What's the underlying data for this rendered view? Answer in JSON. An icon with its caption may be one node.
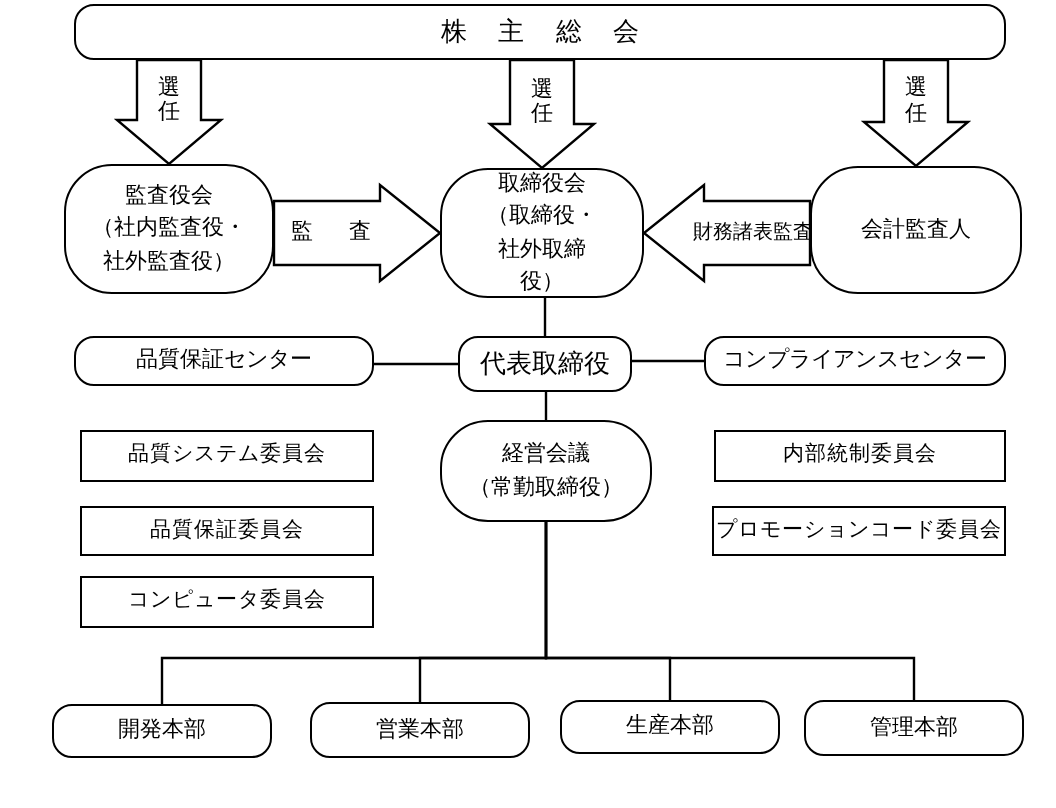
{
  "diagram": {
    "nodes": [
      {
        "text": [
          "株主総会"
        ]
      },
      {
        "text": [
          "監査役会",
          "（社内監査役・社外監査役）"
        ]
      },
      {
        "text": [
          "取締役会",
          "（取締役・社外取締役）"
        ]
      },
      {
        "text": [
          "会計監査人"
        ]
      },
      {
        "text": [
          "品質保証センター"
        ]
      },
      {
        "text": [
          "代表取締役"
        ]
      },
      {
        "text": [
          "コンプライアンスセンター"
        ]
      },
      {
        "text": [
          "品質システム委員会"
        ]
      },
      {
        "text": [
          "品質保証委員会"
        ]
      },
      {
        "text": [
          "コンピュータ委員会"
        ]
      },
      {
        "text": [
          "経営会議",
          "（常勤取締役）"
        ]
      },
      {
        "text": [
          "内部統制委員会"
        ]
      },
      {
        "text": [
          "プロモーションコード委員会"
        ]
      },
      {
        "text": [
          "開発本部"
        ]
      },
      {
        "text": [
          "営業本部"
        ]
      },
      {
        "text": [
          "生産本部"
        ]
      },
      {
        "text": [
          "管理本部"
        ]
      }
    ],
    "edges": [
      {
        "from": 0,
        "to": 1,
        "arrow": "to",
        "label": "選任",
        "style": "thick"
      },
      {
        "from": 0,
        "to": 2,
        "arrow": "to",
        "label": "選任",
        "style": "thick"
      },
      {
        "from": 0,
        "to": 3,
        "arrow": "to",
        "label": "選任",
        "style": "thick"
      },
      {
        "from": 1,
        "to": 2,
        "arrow": "to",
        "label": "監査",
        "style": "thick"
      },
      {
        "from": 3,
        "to": 2,
        "arrow": "to",
        "label": "財務諸表監査",
        "style": "thick"
      },
      {
        "from": 2,
        "to": 5,
        "arrow": "none"
      },
      {
        "from": 4,
        "to": 5,
        "arrow": "none"
      },
      {
        "from": 5,
        "to": 6,
        "arrow": "none"
      },
      {
        "from": 5,
        "to": 10,
        "arrow": "none"
      },
      {
        "from": 10,
        "to": 13,
        "arrow": "none"
      },
      {
        "from": 10,
        "to": 14,
        "arrow": "none"
      },
      {
        "from": 10,
        "to": 15,
        "arrow": "none"
      },
      {
        "from": 10,
        "to": 16,
        "arrow": "none"
      }
    ]
  }
}
